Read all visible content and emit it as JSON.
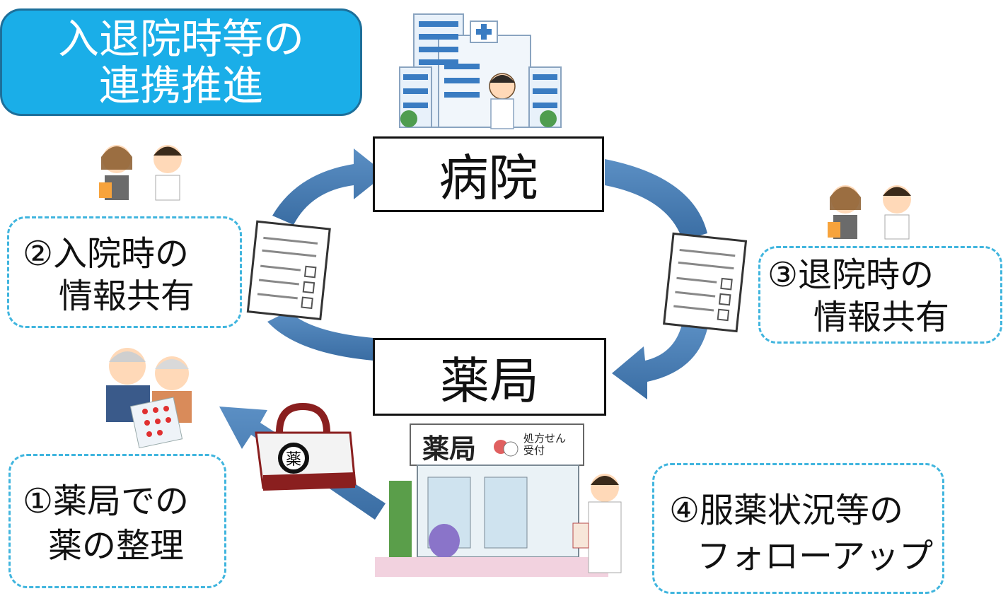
{
  "title": {
    "line1": "入退院時等の",
    "line2": "連携推進"
  },
  "nodes": {
    "hospital": "病院",
    "pharmacy": "薬局"
  },
  "steps": [
    {
      "line1": "②入院時の",
      "line2": "情報共有"
    },
    {
      "line1": "③退院時の",
      "line2": "情報共有"
    },
    {
      "line1": "①薬局での",
      "line2": "薬の整理"
    },
    {
      "line1": "④服薬状況等の",
      "line2": "フォローアップ"
    }
  ],
  "illustration_text": {
    "hospital_sign": "+",
    "pharmacy_sign": "薬局",
    "rx_sign": "処方せん受付",
    "bag_badge": "薬"
  },
  "colors": {
    "title_bg": "#1aaee8",
    "arrow": "#4a7fb5",
    "dash_border": "#40b5de"
  }
}
